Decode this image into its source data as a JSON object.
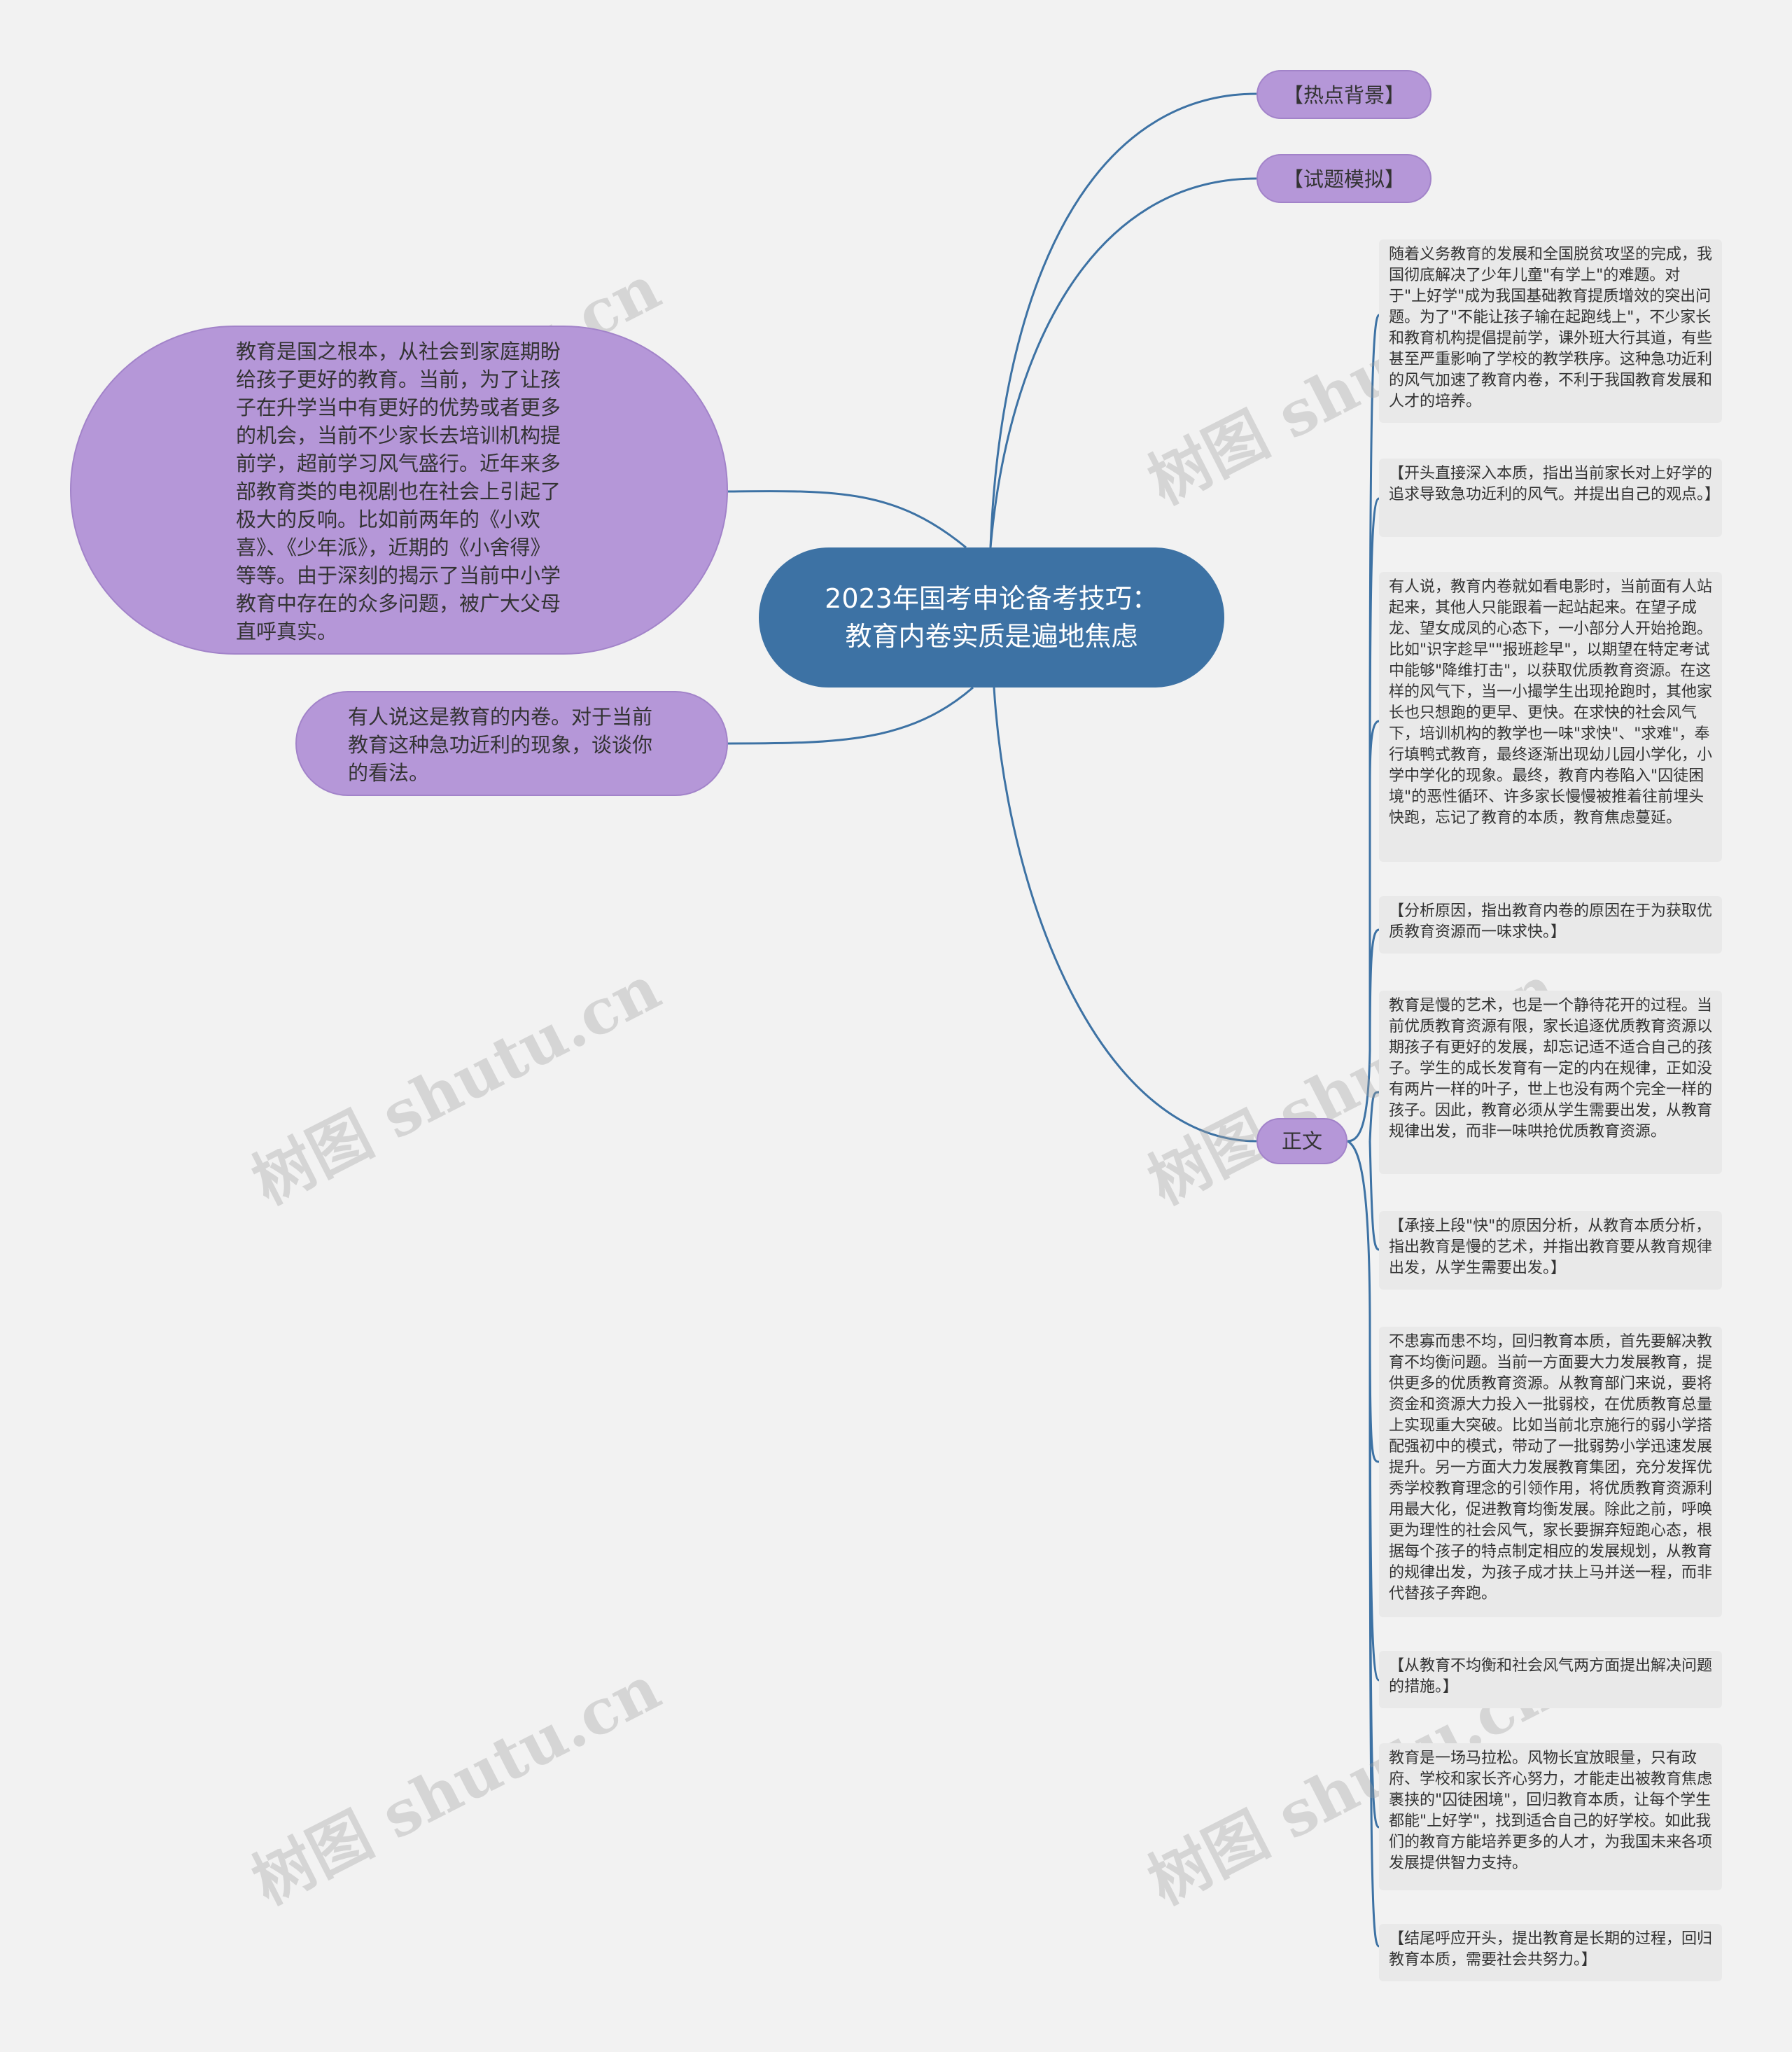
{
  "root": {
    "title": "2023年国考申论备考技巧：教育内卷实质是遍地焦虑"
  },
  "left": {
    "bubble1": "教育是国之根本，从社会到家庭期盼给孩子更好的教育。当前，为了让孩子在升学当中有更好的优势或者更多的机会，当前不少家长去培训机构提前学，超前学习风气盛行。近年来多部教育类的电视剧也在社会上引起了极大的反响。比如前两年的《小欢喜》、《少年派》，近期的《小舍得》等等。由于深刻的揭示了当前中小学教育中存在的众多问题，被广大父母直呼真实。",
    "bubble2": "有人说这是教育的内卷。对于当前教育这种急功近利的现象，谈谈你的看法。"
  },
  "right": {
    "branch1": "【热点背景】",
    "branch2": "【试题模拟】",
    "branch3": "正文",
    "leaves": [
      "随着义务教育的发展和全国脱贫攻坚的完成，我国彻底解决了少年儿童\"有学上\"的难题。对于\"上好学\"成为我国基础教育提质增效的突出问题。为了\"不能让孩子输在起跑线上\"，不少家长和教育机构提倡提前学，课外班大行其道，有些甚至严重影响了学校的教学秩序。这种急功近利的风气加速了教育内卷，不利于我国教育发展和人才的培养。",
      "【开头直接深入本质，指出当前家长对上好学的追求导致急功近利的风气。并提出自己的观点。】",
      "有人说，教育内卷就如看电影时，当前面有人站起来，其他人只能跟着一起站起来。在望子成龙、望女成凤的心态下，一小部分人开始抢跑。比如\"识字趁早\"\"报班趁早\"，以期望在特定考试中能够\"降维打击\"，以获取优质教育资源。在这样的风气下，当一小撮学生出现抢跑时，其他家长也只想跑的更早、更快。在求快的社会风气下，培训机构的教学也一味\"求快\"、\"求难\"，奉行填鸭式教育，最终逐渐出现幼儿园小学化，小学中学化的现象。最终，教育内卷陷入\"囚徒困境\"的恶性循环、许多家长慢慢被推着往前埋头快跑，忘记了教育的本质，教育焦虑蔓延。",
      "【分析原因，指出教育内卷的原因在于为获取优质教育资源而一味求快。】",
      "教育是慢的艺术，也是一个静待花开的过程。当前优质教育资源有限，家长追逐优质教育资源以期孩子有更好的发展，却忘记适不适合自己的孩子。学生的成长发育有一定的内在规律，正如没有两片一样的叶子，世上也没有两个完全一样的孩子。因此，教育必须从学生需要出发，从教育规律出发，而非一味哄抢优质教育资源。",
      "【承接上段\"快\"的原因分析，从教育本质分析，指出教育是慢的艺术，并指出教育要从教育规律出发，从学生需要出发。】",
      "不患寡而患不均，回归教育本质，首先要解决教育不均衡问题。当前一方面要大力发展教育，提供更多的优质教育资源。从教育部门来说，要将资金和资源大力投入一批弱校，在优质教育总量上实现重大突破。比如当前北京施行的弱小学搭配强初中的模式，带动了一批弱势小学迅速发展提升。另一方面大力发展教育集团，充分发挥优秀学校教育理念的引领作用，将优质教育资源利用最大化，促进教育均衡发展。除此之前，呼唤更为理性的社会风气，家长要摒弃短跑心态，根据每个孩子的特点制定相应的发展规划，从教育的规律出发，为孩子成才扶上马并送一程，而非代替孩子奔跑。",
      "【从教育不均衡和社会风气两方面提出解决问题的措施。】",
      "教育是一场马拉松。风物长宜放眼量，只有政府、学校和家长齐心努力，才能走出被教育焦虑裹挟的\"囚徒困境\"，回归教育本质，让每个学生都能\"上好学\"，找到适合自己的好学校。如此我们的教育方能培养更多的人才，为我国未来各项发展提供智力支持。",
      "【结尾呼应开头，提出教育是长期的过程，回归教育本质，需要社会共努力。】"
    ]
  },
  "watermarks": [
    "树图 shutu.cn",
    "树图 shutu.cn",
    "树图 shutu.cn",
    "树图 shutu.cn",
    "树图 shutu.cn",
    "树图 shutu.cn"
  ],
  "colors": {
    "root_fill": "#3d72a4",
    "branch_fill": "#b597d8",
    "leaf_fill": "#e9e9e9",
    "link": "#3d72a4",
    "background": "#f2f2f2"
  }
}
